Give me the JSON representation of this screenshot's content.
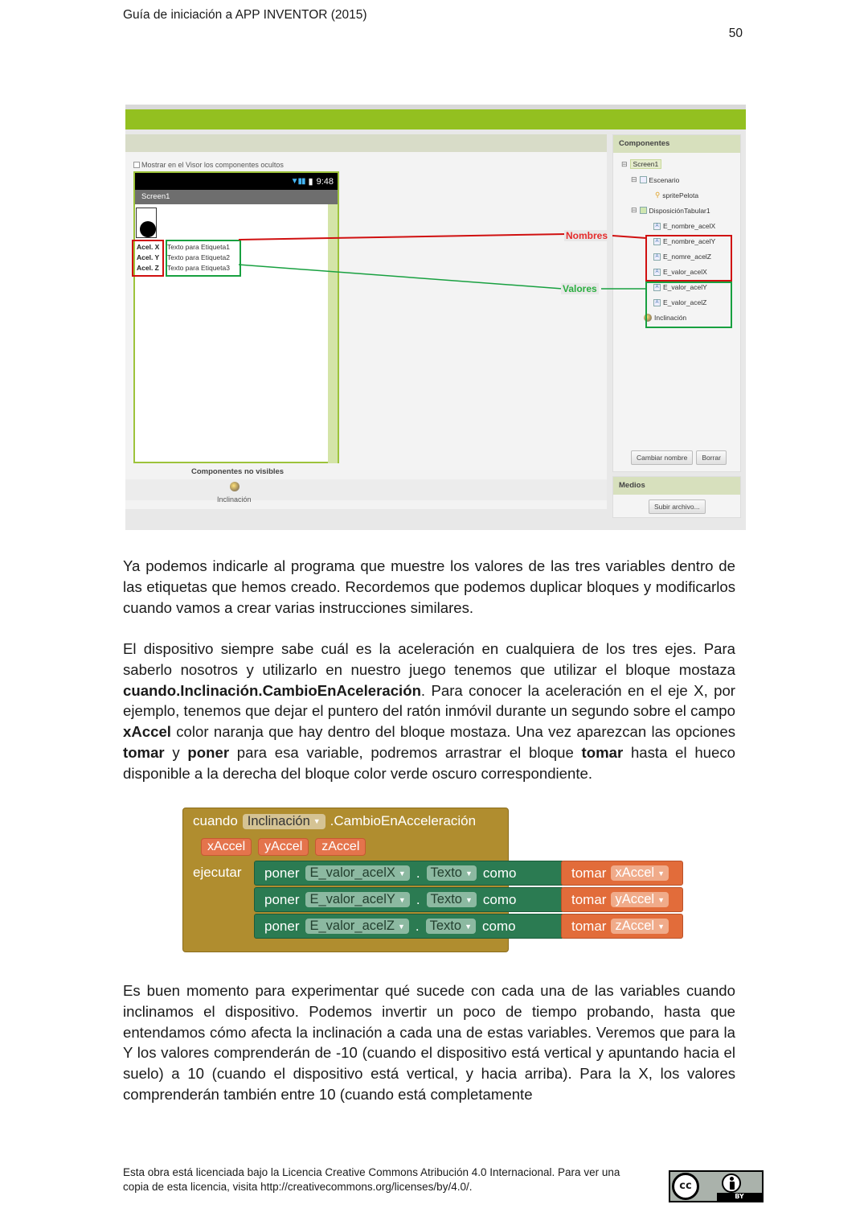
{
  "header": {
    "title": "Guía de iniciación a APP INVENTOR (2015)",
    "page_number": "50"
  },
  "figure1": {
    "show_hidden_checkbox": "Mostrar en el Visor los componentes ocultos",
    "status_time": "9:48",
    "screen_title": "Screen1",
    "label_names": [
      "Acel. X",
      "Acel. Y",
      "Acel. Z"
    ],
    "label_values": [
      "Texto para Etiqueta1",
      "Texto para Etiqueta2",
      "Texto para Etiqueta3"
    ],
    "nonvisible_title": "Componentes no visibles",
    "nonvisible_item": "Inclinación",
    "components_title": "Componentes",
    "tree": {
      "screen": "Screen1",
      "escenario": "Escenario",
      "sprite": "spritePelota",
      "tabular": "DisposiciónTabular1",
      "names": [
        "E_nombre_acelX",
        "E_nombre_acelY",
        "E_nomre_acelZ"
      ],
      "values": [
        "E_valor_acelX",
        "E_valor_acelY",
        "E_valor_acelZ"
      ],
      "inclinacion": "Inclinación"
    },
    "rename_button": "Cambiar nombre",
    "delete_button": "Borrar",
    "media_title": "Medios",
    "upload_button": "Subir archivo...",
    "annotation_names": "Nombres",
    "annotation_values": "Valores",
    "colors": {
      "accent_green": "#93c020",
      "names_red": "#d01010",
      "values_green": "#18a040"
    }
  },
  "paragraphs": {
    "p1": "Ya podemos indicarle al programa que muestre los valores de las tres variables dentro de las etiquetas que hemos creado. Recordemos que podemos duplicar bloques y modificarlos cuando vamos a crear varias instrucciones similares.",
    "p2_a": "El dispositivo siempre sabe cuál es la aceleración en cualquiera de los tres ejes. Para saberlo nosotros y utilizarlo en nuestro juego tenemos que utilizar el bloque mostaza ",
    "p2_b": "cuando.Inclinación.CambioEnAceleración",
    "p2_c": ". Para conocer la aceleración en el eje X, por ejemplo, tenemos que dejar el puntero del ratón inmóvil durante un segundo sobre el campo ",
    "p2_d": "xAccel",
    "p2_e": " color naranja que hay dentro del bloque mostaza. Una vez aparezcan las opciones ",
    "p2_f": "tomar",
    "p2_g": " y ",
    "p2_h": "poner",
    "p2_i": " para esa variable, podremos arrastrar el bloque ",
    "p2_j": "tomar",
    "p2_k": "  hasta el hueco disponible a la derecha del bloque color verde oscuro correspondiente.",
    "p3": "Es buen momento para experimentar qué sucede con cada una de las variables cuando inclinamos el dispositivo. Podemos invertir un poco de tiempo probando, hasta que entendamos cómo afecta la inclinación a cada una de estas variables. Veremos que para la Y los valores comprenderán de -10 (cuando el dispositivo está vertical y apuntando hacia el suelo) a 10 (cuando el dispositivo está vertical, y hacia arriba). Para la X, los valores comprenderán también entre 10 (cuando está completamente"
  },
  "blocks": {
    "when": "cuando",
    "component": "Inclinación",
    "event": ".CambioEnAcceleración",
    "params": [
      "xAccel",
      "yAccel",
      "zAccel"
    ],
    "do": "ejecutar",
    "set": "poner",
    "targets": [
      "E_valor_acelX",
      "E_valor_acelY",
      "E_valor_acelZ"
    ],
    "dot": ".",
    "property": "Texto",
    "as": "como",
    "get": "tomar",
    "colors": {
      "event": "#b08d2f",
      "setter": "#2b7b52",
      "getter": "#e26c3a"
    }
  },
  "footer": {
    "license": "Esta obra está licenciada bajo la Licencia Creative Commons Atribución 4.0 Internacional. Para ver una copia de esta licencia, visita http://creativecommons.org/licenses/by/4.0/.",
    "badge_cc": "cc",
    "badge_by": "BY"
  }
}
